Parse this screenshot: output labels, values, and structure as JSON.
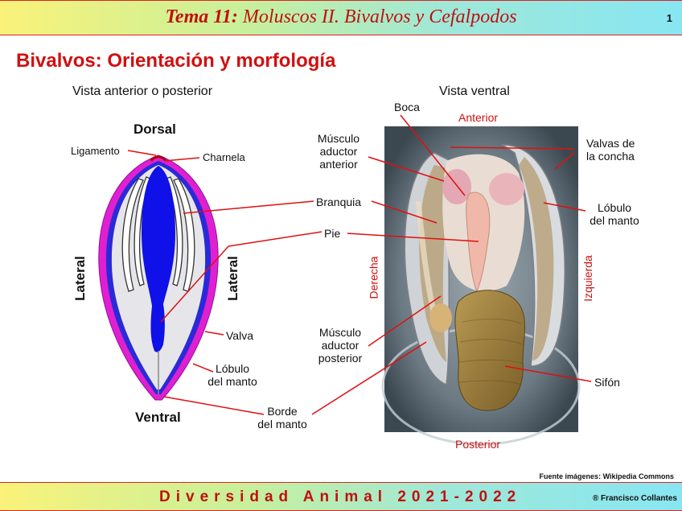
{
  "header": {
    "title_bold": "Tema 11:",
    "title_rest": " Moluscos II. Bivalvos y Cefalpodos",
    "page_number": "1"
  },
  "heading": "Bivalvos: Orientación y morfología",
  "left_diagram": {
    "title": "Vista anterior o posterior",
    "dorsal": "Dorsal",
    "ventral": "Ventral",
    "lateral_left": "Lateral",
    "lateral_right": "Lateral",
    "ligamento": "Ligamento",
    "charnela": "Charnela",
    "valva": "Valva",
    "lobulo_line1": "Lóbulo",
    "lobulo_line2": "del manto",
    "borde_line1": "Borde",
    "borde_line2": "del manto"
  },
  "middle_labels": {
    "branquia": "Branquia",
    "pie": "Pie",
    "musculo_ant_1": "Músculo",
    "musculo_ant_2": "aductor",
    "musculo_ant_3": "anterior",
    "musculo_post_1": "Músculo",
    "musculo_post_2": "aductor",
    "musculo_post_3": "posterior"
  },
  "right_photo": {
    "title": "Vista ventral",
    "boca": "Boca",
    "anterior": "Anterior",
    "posterior": "Posterior",
    "derecha": "Derecha",
    "izquierda": "Izquierda",
    "valvas_1": "Valvas de",
    "valvas_2": "la concha",
    "lobulo_1": "Lóbulo",
    "lobulo_2": "del manto",
    "sifon": "Sifón"
  },
  "credit": "Fuente imágenes: Wikipedia Commons",
  "footer": {
    "course": "Diversidad Animal 2021-2022",
    "author": "® Francisco Collantes"
  }
}
